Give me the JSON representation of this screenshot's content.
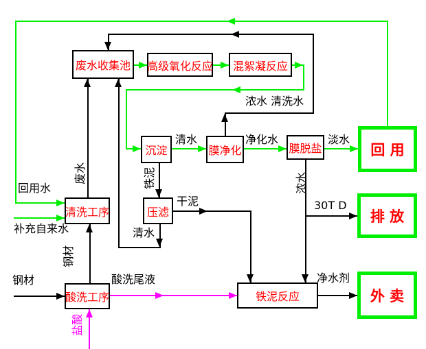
{
  "boxes": {
    "wastewater_pool": "废水收集池",
    "advanced_oxidation": "高级氧化反应",
    "coagulation_flocculation": "混絮凝反应",
    "sedimentation": "沉淀",
    "membrane_purification": "膜净化",
    "membrane_desalting": "膜脱盐",
    "washing_process": "清洗工序",
    "press_filtration": "压滤",
    "pickling_process": "酸洗工序",
    "iron_sludge_reaction": "铁泥反应"
  },
  "outlets": {
    "reuse": "回 用",
    "discharge": "排 放",
    "sale": "外 卖"
  },
  "flow_labels": {
    "concentrate_and_rinse_water": "浓水 清洗水",
    "clear_water_to_membrane": "清水",
    "purified_water": "净化水",
    "fresh_water": "淡水",
    "reuse_water": "回用水",
    "makeup_tap_water": "补充自来水",
    "waste_water": "废水",
    "steel_vertical": "钢材",
    "steel_feed": "钢材",
    "pickling_waste_liquid": "酸洗尾液",
    "hydrochloric_acid": "盐酸",
    "iron_sludge": "铁泥",
    "dry_sludge": "干泥",
    "clear_water_return": "清水",
    "concentrate_water": "浓水",
    "discharge_rate": "30T D",
    "water_purifying_agent": "净水剂"
  },
  "colors": {
    "box_text": "#ff0000",
    "black_line": "#000000",
    "green_line": "#00ee00",
    "magenta_line": "#ff00ff",
    "background": "#ffffff"
  }
}
